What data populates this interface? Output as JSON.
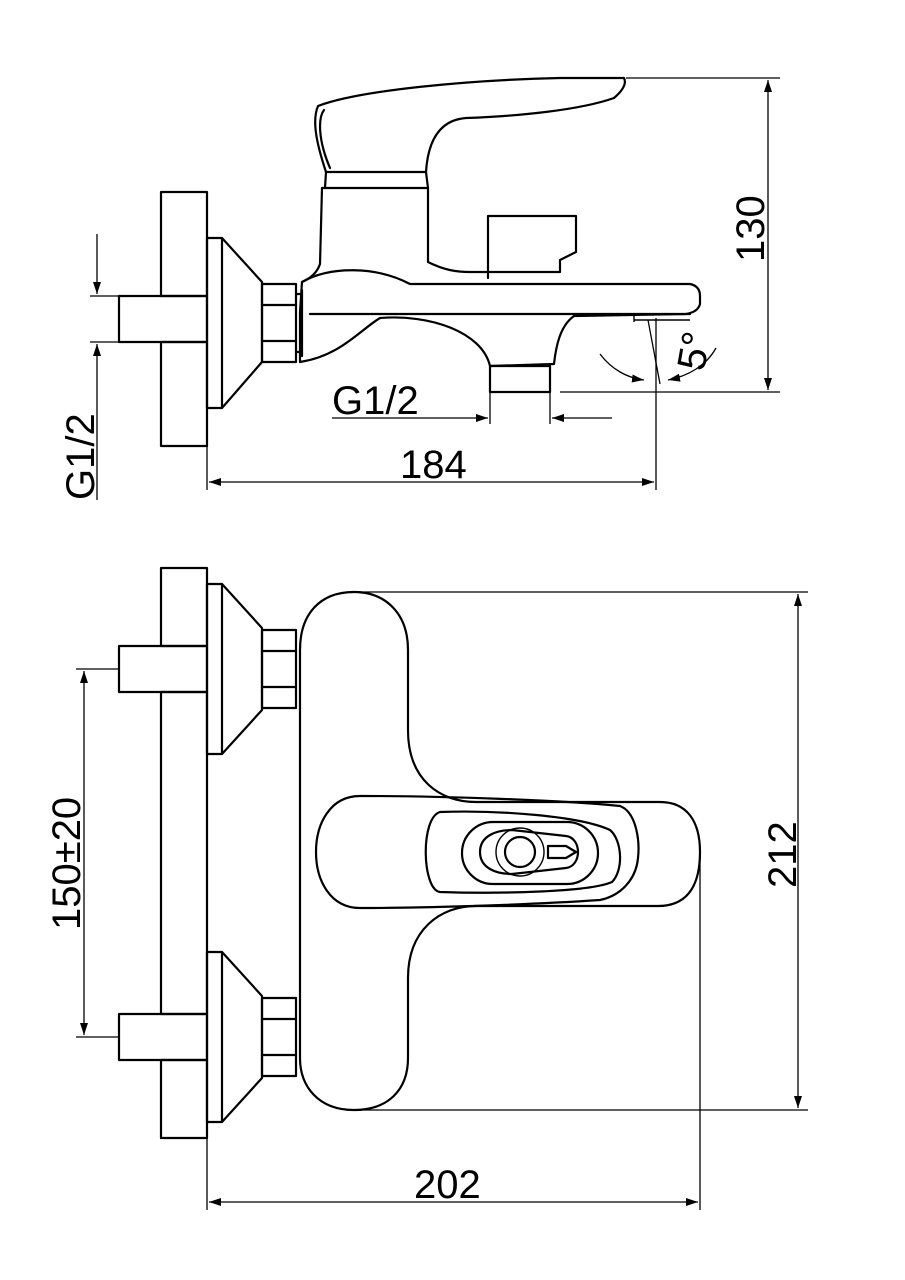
{
  "side_view": {
    "dim_height": "130",
    "dim_width": "184",
    "dim_outlet_thread": "G1/2",
    "dim_inlet_thread": "G1/2",
    "dim_spout_angle": "5°"
  },
  "top_view": {
    "dim_height": "212",
    "dim_width": "202",
    "dim_inlet_spacing": "150±20"
  }
}
